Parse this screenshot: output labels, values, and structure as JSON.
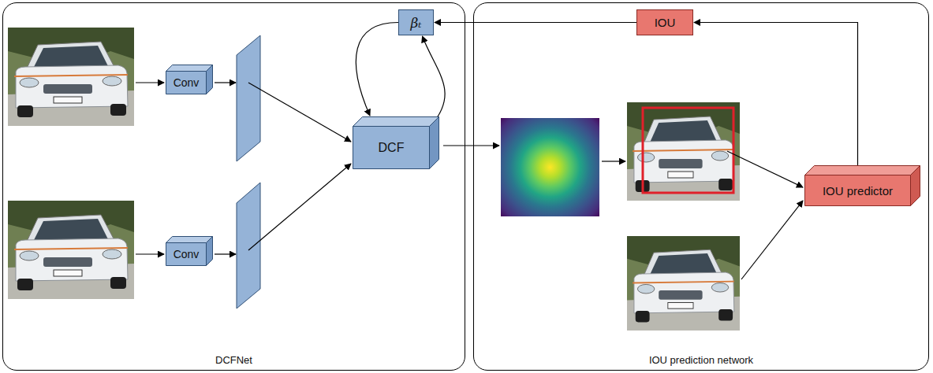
{
  "diagram": {
    "nodes": [
      {
        "text": [
          "DCFNet"
        ]
      },
      {
        "text": [
          "Conv"
        ],
        "in": 0
      },
      {
        "text": [
          "Conv"
        ],
        "in": 0
      },
      {
        "text": [
          "βₜ"
        ],
        "in": 0
      },
      {
        "text": [
          "DCF"
        ],
        "in": 0
      },
      {
        "text": [
          "IOU prediction network"
        ]
      },
      {
        "text": [
          "IOU"
        ],
        "in": 5
      },
      {
        "text": [
          "IOU predictor"
        ],
        "in": 5
      }
    ],
    "edges": [
      {
        "from": 7,
        "to": 6,
        "arrow": "to"
      },
      {
        "from": 6,
        "to": 3,
        "arrow": "to"
      },
      {
        "from": 4,
        "to": 3,
        "arrow": "to"
      },
      {
        "from": 3,
        "to": 4,
        "arrow": "to"
      }
    ]
  }
}
